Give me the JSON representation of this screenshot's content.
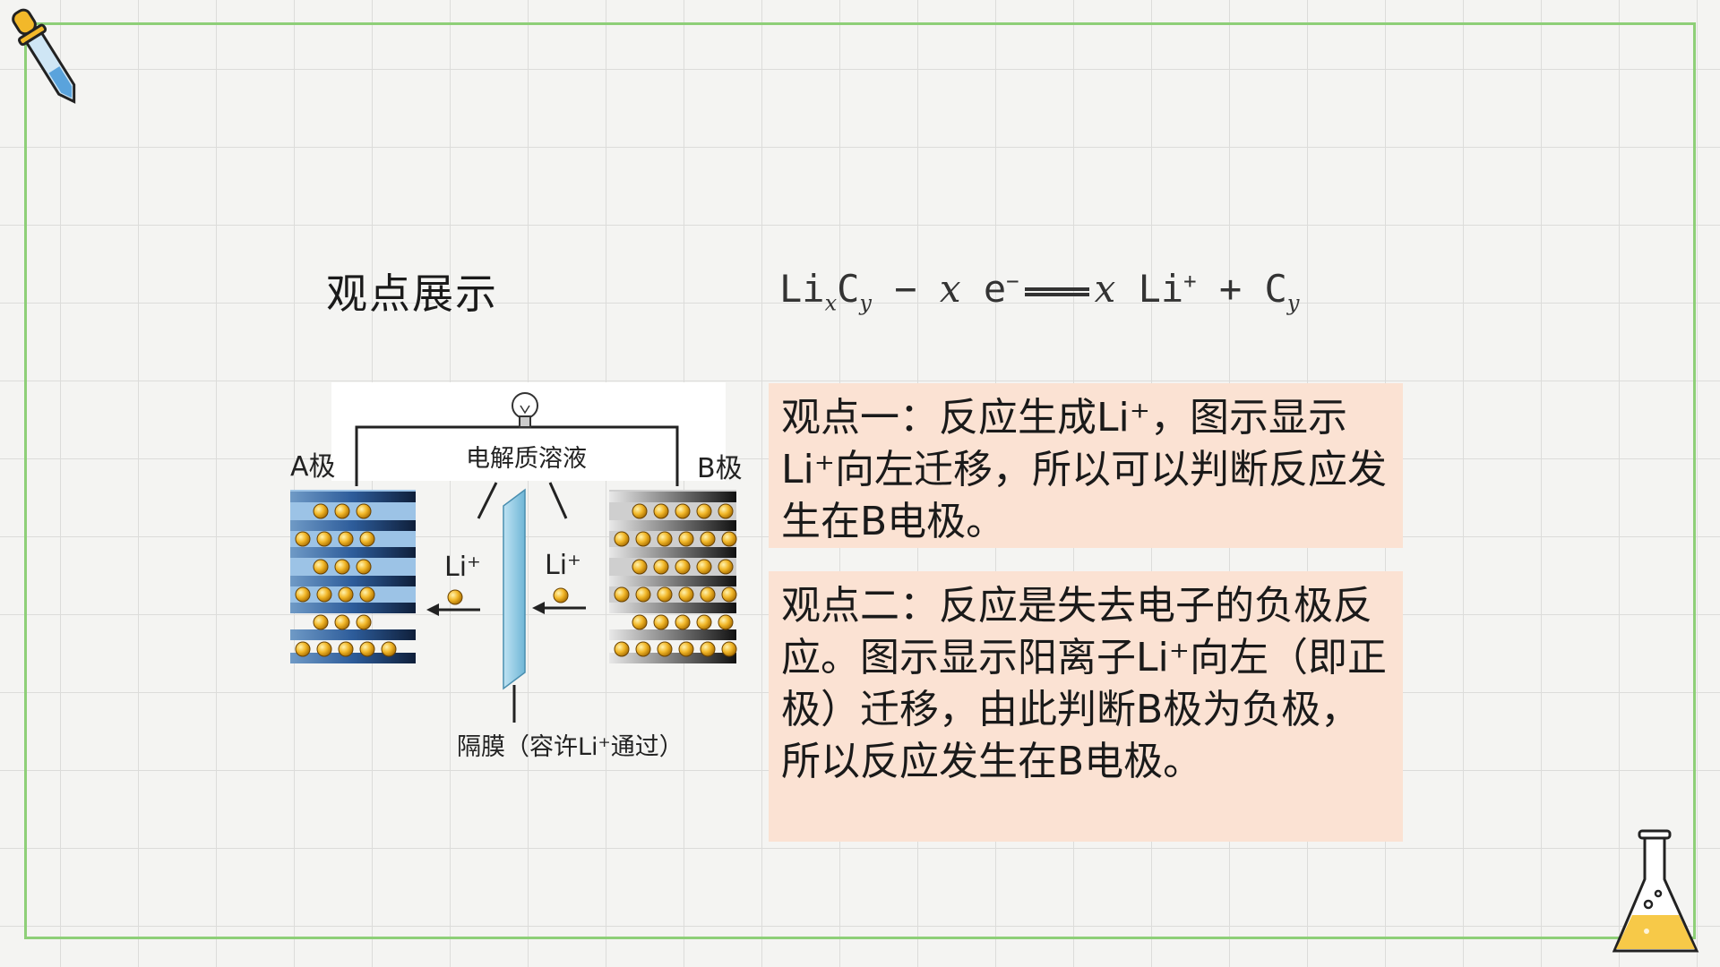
{
  "slide": {
    "title": "观点展示",
    "equation": {
      "reactant_main": "Li",
      "reactant_sub_x": "x",
      "reactant_c": "C",
      "reactant_sub_y": "y",
      "minus": "−",
      "coef_x": "x",
      "electron": "e",
      "electron_sup": "−",
      "product_coef": "x",
      "product_li": "Li",
      "product_sup": "+",
      "plus": "+",
      "product_c": "C",
      "product_sub": "y"
    },
    "view1": "观点一：反应生成Li⁺，图示显示Li⁺向左迁移，所以可以判断反应发生在B电极。",
    "view2": "观点二：反应是失去电子的负极反应。图示显示阳离子Li⁺向左（即正极）迁移，由此判断B极为负极，所以反应发生在B电极。"
  },
  "diagram": {
    "label_a": "A极",
    "label_b": "B极",
    "electrolyte": "电解质溶液",
    "li_left": "Li⁺",
    "li_right": "Li⁺",
    "separator": "隔膜（容许Li⁺通过）"
  },
  "colors": {
    "frame": "#8ecf78",
    "box_bg": "#fbe2d3",
    "ball": "#f2b82a"
  }
}
